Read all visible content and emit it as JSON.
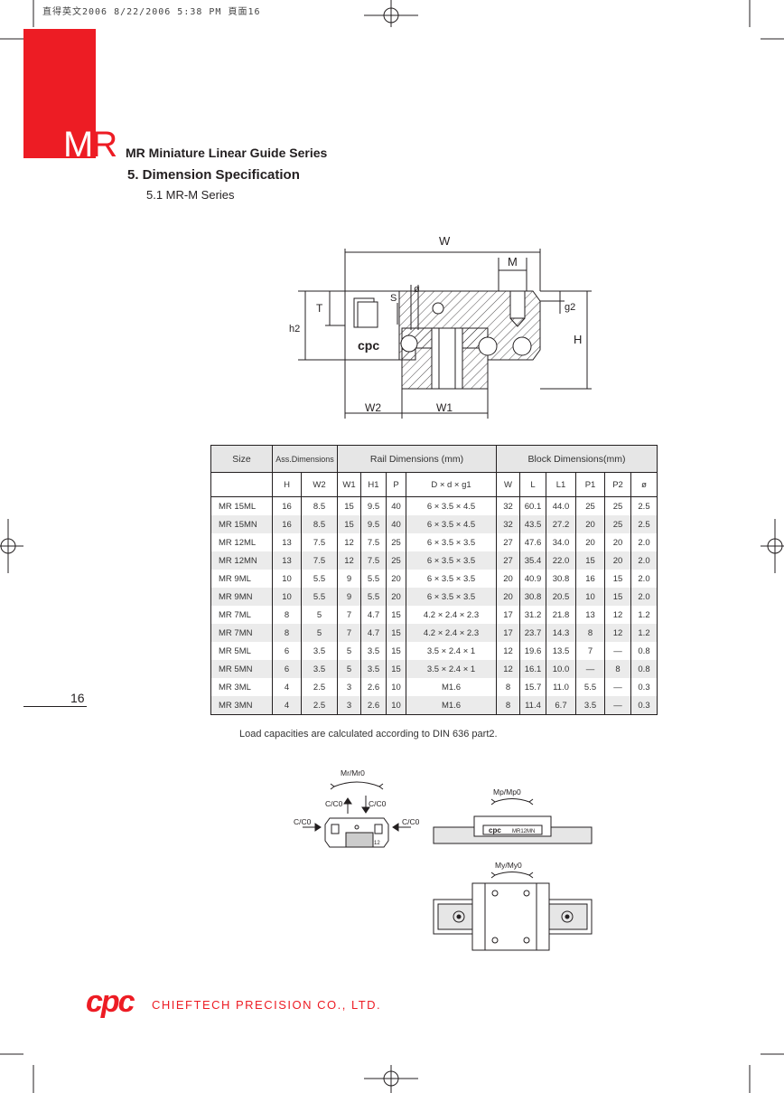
{
  "header_note": "直得英文2006  8/22/2006 5:38 PM  頁面16",
  "brand_mark": {
    "red": "M",
    "white": "R"
  },
  "series_title": "MR Miniature Linear Guide Series",
  "section_title": "5. Dimension Specification",
  "sub_title": "5.1  MR-M Series",
  "drawing_labels": {
    "W": "W",
    "M": "M",
    "S": "S",
    "phi": "ø",
    "T": "T",
    "g2": "g2",
    "h2": "h2",
    "H": "H",
    "W2": "W2",
    "W1": "W1",
    "logo": "cpc"
  },
  "table": {
    "group_headers": {
      "size": "Size",
      "ass": "Ass.Dimensions",
      "rail": "Rail Dimensions (mm)",
      "block": "Block Dimensions(mm)"
    },
    "col_headers": [
      "H",
      "W2",
      "W1",
      "H1",
      "P",
      "D  ×  d  ×  g1",
      "W",
      "L",
      "L1",
      "P1",
      "P2",
      "ø"
    ],
    "rows": [
      [
        "MR  15ML",
        "16",
        "8.5",
        "15",
        "9.5",
        "40",
        "6    ×  3.5  ×  4.5",
        "32",
        "60.1",
        "44.0",
        "25",
        "25",
        "2.5"
      ],
      [
        "MR  15MN",
        "16",
        "8.5",
        "15",
        "9.5",
        "40",
        "6    ×  3.5  ×  4.5",
        "32",
        "43.5",
        "27.2",
        "20",
        "25",
        "2.5"
      ],
      [
        "MR  12ML",
        "13",
        "7.5",
        "12",
        "7.5",
        "25",
        "6    ×  3.5  ×  3.5",
        "27",
        "47.6",
        "34.0",
        "20",
        "20",
        "2.0"
      ],
      [
        "MR  12MN",
        "13",
        "7.5",
        "12",
        "7.5",
        "25",
        "6    ×  3.5  ×  3.5",
        "27",
        "35.4",
        "22.0",
        "15",
        "20",
        "2.0"
      ],
      [
        "MR     9ML",
        "10",
        "5.5",
        "9",
        "5.5",
        "20",
        "6    ×  3.5  ×  3.5",
        "20",
        "40.9",
        "30.8",
        "16",
        "15",
        "2.0"
      ],
      [
        "MR     9MN",
        "10",
        "5.5",
        "9",
        "5.5",
        "20",
        "6    ×  3.5  ×  3.5",
        "20",
        "30.8",
        "20.5",
        "10",
        "15",
        "2.0"
      ],
      [
        "MR     7ML",
        "8",
        "5",
        "7",
        "4.7",
        "15",
        "4.2  ×  2.4  ×  2.3",
        "17",
        "31.2",
        "21.8",
        "13",
        "12",
        "1.2"
      ],
      [
        "MR     7MN",
        "8",
        "5",
        "7",
        "4.7",
        "15",
        "4.2  ×  2.4  ×  2.3",
        "17",
        "23.7",
        "14.3",
        "8",
        "12",
        "1.2"
      ],
      [
        "MR     5ML",
        "6",
        "3.5",
        "5",
        "3.5",
        "15",
        "3.5  ×  2.4  ×  1",
        "12",
        "19.6",
        "13.5",
        "7",
        "—",
        "0.8"
      ],
      [
        "MR     5MN",
        "6",
        "3.5",
        "5",
        "3.5",
        "15",
        "3.5  ×  2.4  ×  1",
        "12",
        "16.1",
        "10.0",
        "—",
        "8",
        "0.8"
      ],
      [
        "MR     3ML",
        "4",
        "2.5",
        "3",
        "2.6",
        "10",
        "M1.6",
        "8",
        "15.7",
        "11.0",
        "5.5",
        "—",
        "0.3"
      ],
      [
        "MR     3MN",
        "4",
        "2.5",
        "3",
        "2.6",
        "10",
        "M1.6",
        "8",
        "11.4",
        "6.7",
        "3.5",
        "—",
        "0.3"
      ]
    ]
  },
  "load_note": "Load capacities are calculated according to DIN 636 part2.",
  "moment_labels": {
    "mr": "Mr/Mr0",
    "cc_left": "C/C0",
    "cc_right": "C/C0",
    "cc_side_left": "C/C0",
    "cc_side_right": "C/C0",
    "mp": "Mp/Mp0",
    "my": "My/My0",
    "block_logo": "cpc",
    "block_model": "MR12MN",
    "block_num": "12"
  },
  "page_number": "16",
  "footer": {
    "logo": "cpc",
    "company": "CHIEFTECH PRECISION CO., LTD."
  },
  "colors": {
    "brand_red": "#ed1c24",
    "stripe": "#ebebeb",
    "ink": "#231f20"
  }
}
